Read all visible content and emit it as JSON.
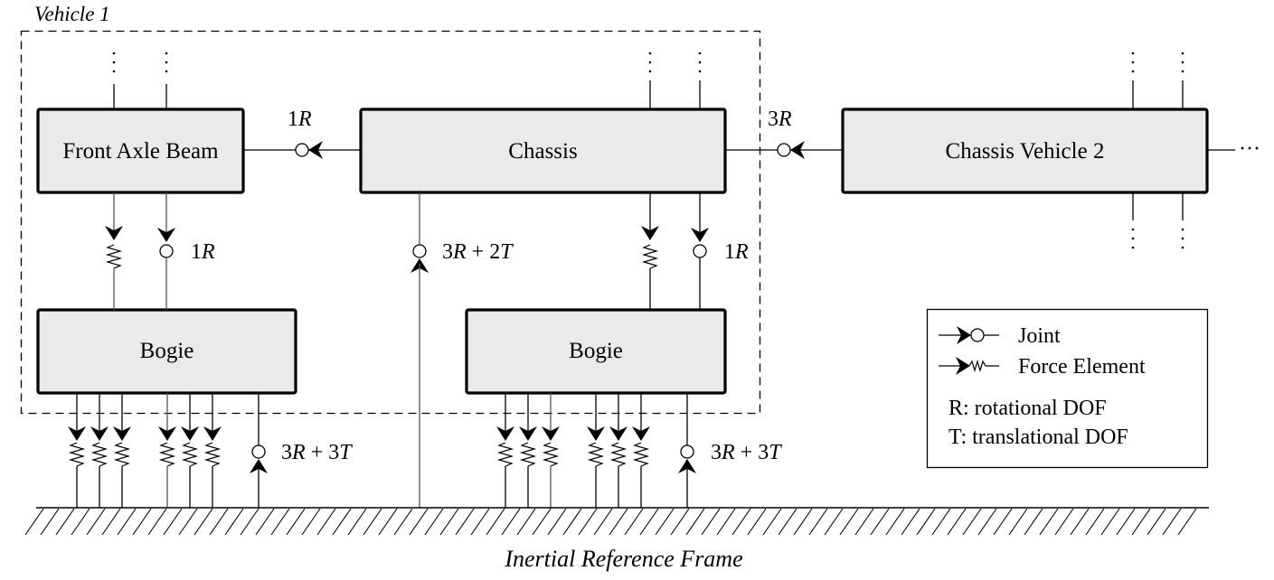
{
  "diagram": {
    "group_label": "Vehicle 1",
    "ground_label": "Inertial Reference Frame",
    "bodies": {
      "front_axle_beam": "Front Axle Beam",
      "chassis": "Chassis",
      "chassis_vehicle_2": "Chassis Vehicle 2",
      "bogie_front": "Bogie",
      "bogie_rear": "Bogie"
    },
    "connections": {
      "chassis_to_front_axle": {
        "type": "joint",
        "dof": "1R"
      },
      "vehicle2_to_chassis": {
        "type": "joint",
        "dof": "3R"
      },
      "chassis_to_ground": {
        "type": "joint",
        "dof": "3R + 2T"
      },
      "front_axle_to_bogie_joint": {
        "type": "joint",
        "dof": "1R"
      },
      "front_axle_to_bogie_spring": {
        "type": "force-element"
      },
      "chassis_to_rear_bogie_joint": {
        "type": "joint",
        "dof": "1R"
      },
      "chassis_to_rear_bogie_spring": {
        "type": "force-element"
      },
      "front_bogie_to_ground_joint": {
        "type": "joint",
        "dof": "3R + 3T"
      },
      "front_bogie_to_ground_springs": {
        "type": "force-element",
        "count": 6
      },
      "rear_bogie_to_ground_joint": {
        "type": "joint",
        "dof": "3R + 3T"
      },
      "rear_bogie_to_ground_springs": {
        "type": "force-element",
        "count": 6
      }
    },
    "continuation": "···",
    "labels": {
      "l_1R_top": "1R",
      "l_3R_top": "3R",
      "l_3R2T": "3R + 2T",
      "l_1R_left": "1R",
      "l_1R_right": "1R",
      "l_3R3T_left": "3R + 3T",
      "l_3R3T_right": "3R + 3T"
    }
  },
  "legend": {
    "items": [
      {
        "symbol": "joint-icon",
        "label": "Joint"
      },
      {
        "symbol": "force-element-icon",
        "label": "Force Element"
      }
    ],
    "notes": [
      "R: rotational DOF",
      "T: translational DOF"
    ]
  }
}
